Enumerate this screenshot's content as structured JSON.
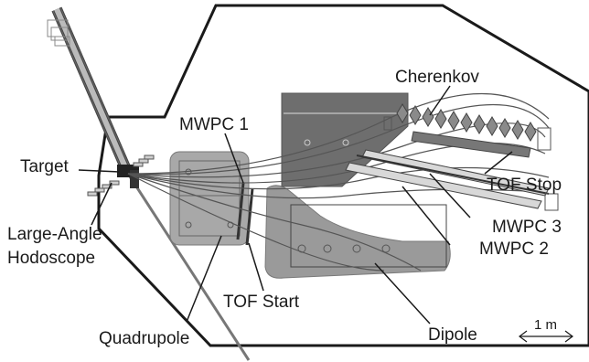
{
  "labels": {
    "cherenkov": "Cherenkov",
    "mwpc1": "MWPC 1",
    "target": "Target",
    "tof_stop": "TOF Stop",
    "mwpc3": "MWPC 3",
    "mwpc2": "MWPC 2",
    "large_angle_line1": "Large-Angle",
    "large_angle_line2": "Hodoscope",
    "tof_start": "TOF Start",
    "quadrupole": "Quadrupole",
    "dipole": "Dipole",
    "scale": "1 m"
  },
  "colors": {
    "outline": "#1a1a1a",
    "dark_block": "#6e6e6e",
    "medium_gray": "#9a9a9a",
    "light_gray": "#c8c8c8",
    "track": "#555555"
  }
}
